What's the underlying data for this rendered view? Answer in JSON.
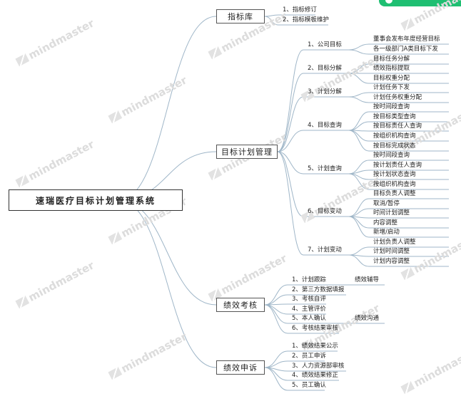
{
  "root": "速瑞医疗目标计划管理系统",
  "branches": [
    {
      "title": "指标库",
      "children": [
        {
          "text": "1、指标修订"
        },
        {
          "text": "2、指标模板维护"
        }
      ]
    },
    {
      "title": "目标计划管理",
      "children": [
        {
          "text": "1、公司目标",
          "children": [
            {
              "text": "董事会发布年度经营目标"
            },
            {
              "text": "各一级部门A类目标下发"
            }
          ]
        },
        {
          "text": "2、目标分解",
          "children": [
            {
              "text": "目标任务分解"
            },
            {
              "text": "绩效指标提取"
            },
            {
              "text": "目标权重分配"
            }
          ]
        },
        {
          "text": "3、计划分解",
          "children": [
            {
              "text": "计划任务下发"
            },
            {
              "text": "计划任务权重分配"
            }
          ]
        },
        {
          "text": "4、目标查询",
          "children": [
            {
              "text": "按时间段查询"
            },
            {
              "text": "按目标类型查询"
            },
            {
              "text": "按目标责任人查询"
            },
            {
              "text": "按组织机构查询"
            },
            {
              "text": "按目标完成状态"
            }
          ]
        },
        {
          "text": "5、计划查询",
          "children": [
            {
              "text": "按时间段查询"
            },
            {
              "text": "按计划责任人查询"
            },
            {
              "text": "按计划状态查询"
            },
            {
              "text": "按组织机构查询"
            }
          ]
        },
        {
          "text": "6、目标变动",
          "children": [
            {
              "text": "目标负责人调整"
            },
            {
              "text": "取消/暂停"
            },
            {
              "text": "时间计划调整"
            },
            {
              "text": "内容调整"
            },
            {
              "text": "新增/启动"
            }
          ]
        },
        {
          "text": "7、计划变动",
          "children": [
            {
              "text": "计划负责人调整"
            },
            {
              "text": "计划时间调整"
            },
            {
              "text": "计划内容调整"
            }
          ]
        }
      ]
    },
    {
      "title": "绩效考核",
      "children": [
        {
          "text": "1、计划跟踪",
          "children": [
            {
              "text": "绩效辅导"
            }
          ]
        },
        {
          "text": "2、第三方数据填报"
        },
        {
          "text": "3、考核自评"
        },
        {
          "text": "4、主管评价"
        },
        {
          "text": "5、本人确认",
          "children": [
            {
              "text": "绩效沟通"
            }
          ]
        },
        {
          "text": "6、考核结果审核"
        }
      ]
    },
    {
      "title": "绩效申诉",
      "children": [
        {
          "text": "1、绩效结果公示"
        },
        {
          "text": "2、员工申诉"
        },
        {
          "text": "3、人力资源部审核"
        },
        {
          "text": "4、绩效结果修正"
        },
        {
          "text": "5、员工确认"
        }
      ]
    }
  ],
  "watermark": "mindmaster",
  "colors": {
    "line": "#9fb6c8",
    "box_border": "#555555",
    "brand": "#1fbf72",
    "watermark": "#dcdcdc"
  }
}
